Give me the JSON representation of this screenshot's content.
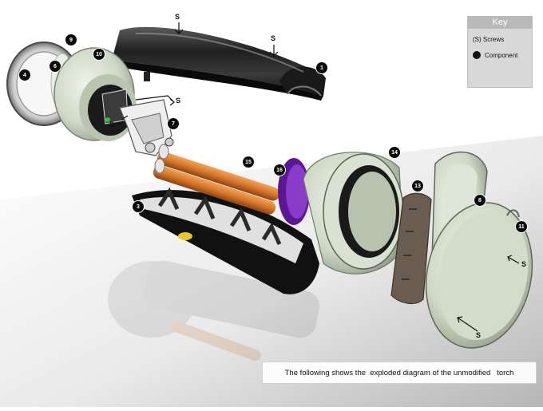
{
  "key": {
    "title": "Key",
    "screws_label": "(S) Screws",
    "component_label": "Component"
  },
  "caption": "The following shows the  exploded diagram of the unmodified   torch",
  "screw_marker": "S",
  "callouts": {
    "c1": "1",
    "c3": "3",
    "c4": "4",
    "c6": "6",
    "c7": "7",
    "c8": "8",
    "c9": "9",
    "c10": "10",
    "c11": "11",
    "c13": "13",
    "c14": "14",
    "c15": "15",
    "c16": "16"
  },
  "colors": {
    "casing": "#1c1c1c",
    "pale_green": "#cfd9c7",
    "copper": "#d8782a",
    "purple": "#6a1fa0",
    "brown": "#6b5c52",
    "floor": "#bfbfbf"
  }
}
